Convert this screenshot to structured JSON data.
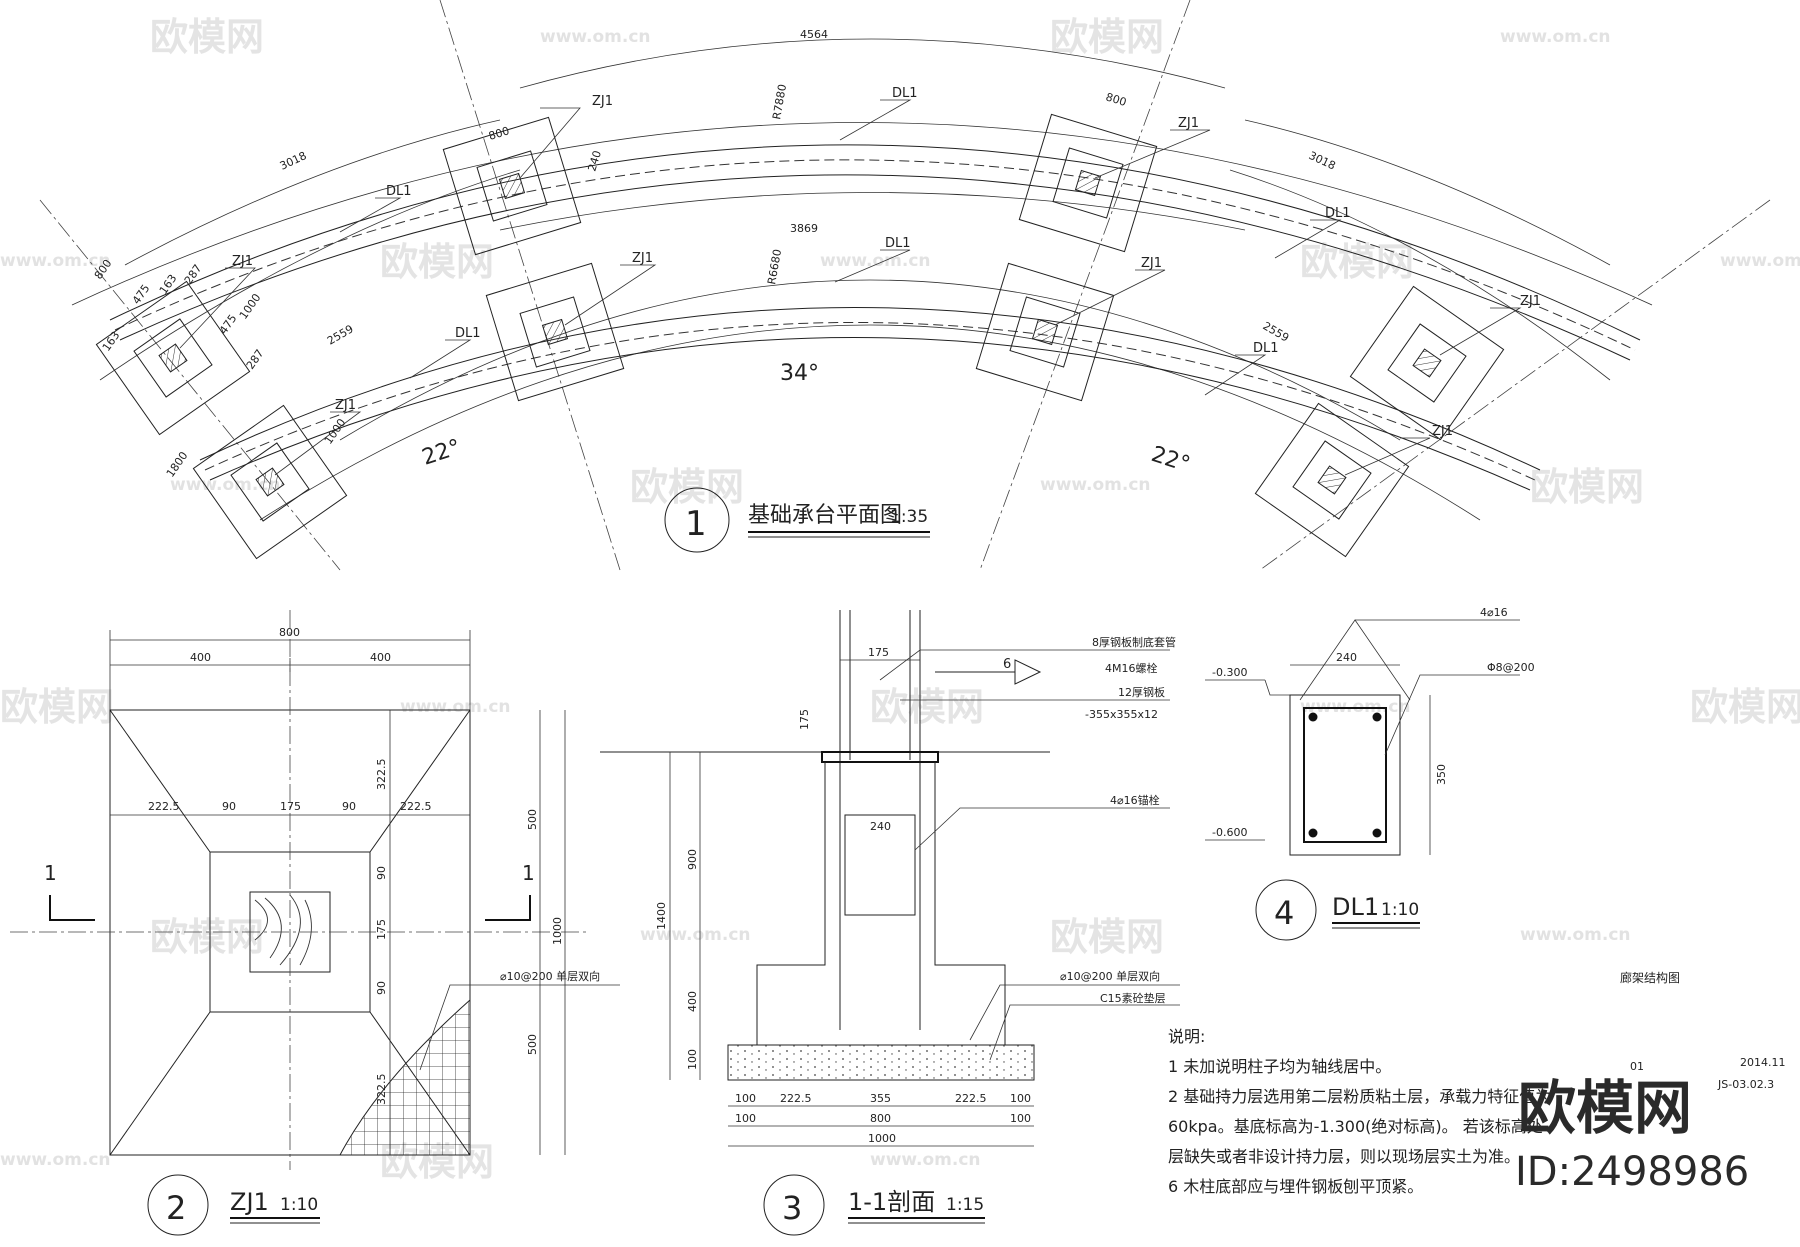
{
  "drawing": {
    "title": "廊架结构图",
    "date": "2014.11",
    "sheet_no": "01",
    "drawing_code": "JS-03.02.3"
  },
  "watermark": {
    "brand": "欧模网",
    "url": "www.om.cn",
    "id_label": "ID:2498986"
  },
  "plan": {
    "marker": "1",
    "title": "基础承台平面图",
    "scale": "1:35",
    "dims": {
      "outer_chord": "4564",
      "outer_radius": "R7880",
      "outer_arc_left": "3018",
      "outer_arc_right": "3018",
      "inner_chord": "3869",
      "inner_radius": "R6680",
      "inner_arc_left": "2559",
      "inner_arc_right": "2559",
      "angle_center": "34°",
      "angle_left": "22°",
      "angle_right": "22°",
      "pad_top_left": "800",
      "pad_top_right": "800",
      "beam_w": "240",
      "d800": "800",
      "d475a": "475",
      "d163a": "163",
      "d287a": "287",
      "d1000": "1000",
      "d475b": "475",
      "d287b": "287",
      "d163b": "163",
      "d1000b": "1000",
      "d1800": "1800"
    },
    "labels": {
      "zj": "ZJ1",
      "dl": "DL1"
    }
  },
  "zj1": {
    "marker": "2",
    "title": "ZJ1",
    "scale": "1:10",
    "dims": {
      "top_total": "800",
      "top_left": "400",
      "top_right": "400",
      "d222a": "222.5",
      "d90a": "90",
      "d175": "175",
      "d90b": "90",
      "d222b": "222.5",
      "v322a": "322.5",
      "v90a": "90",
      "v175": "175",
      "v90b": "90",
      "v322b": "322.5",
      "r500a": "500",
      "r1000": "1000",
      "r500b": "500"
    },
    "cut": "1",
    "rebar_note": "⌀10@200 单层双向"
  },
  "section": {
    "marker": "3",
    "title": "1-1剖面",
    "scale": "1:15",
    "notes": {
      "n1": "8厚钢板制底套管",
      "n2": "4M16螺栓",
      "n3": "12厚钢板",
      "n4": "-355x355x12",
      "n5": "4⌀16锚栓",
      "n6": "⌀10@200 单层双向",
      "n7": "C15素砼垫层"
    },
    "ref": "6",
    "dims": {
      "d175a": "175",
      "d175b": "175",
      "d240": "240",
      "v1400": "1400",
      "v900": "900",
      "v400": "400",
      "v100": "100",
      "b100a": "100",
      "b222a": "222.5",
      "b355": "355",
      "b222b": "222.5",
      "b100b": "100",
      "c100a": "100",
      "c800": "800",
      "c100b": "100",
      "c1000": "1000"
    }
  },
  "beam": {
    "marker": "4",
    "title": "DL1",
    "scale": "1:10",
    "top_bars": "4⌀16",
    "stirrup": "Φ8@200",
    "elev_top": "-0.300",
    "elev_bot": "-0.600",
    "width": "240",
    "height": "350"
  },
  "notes": {
    "heading": "说明:",
    "l1": "1  未加说明柱子均为轴线居中。",
    "l2": "2  基础持力层选用第二层粉质粘土层，承载力特征值为",
    "l3": "60kpa。基底标高为-1.300(绝对标高)。 若该标高处",
    "l4": "层缺失或者非设计持力层，则以现场层实土为准。",
    "l5": "6  木柱底部应与埋件钢板刨平顶紧。"
  }
}
